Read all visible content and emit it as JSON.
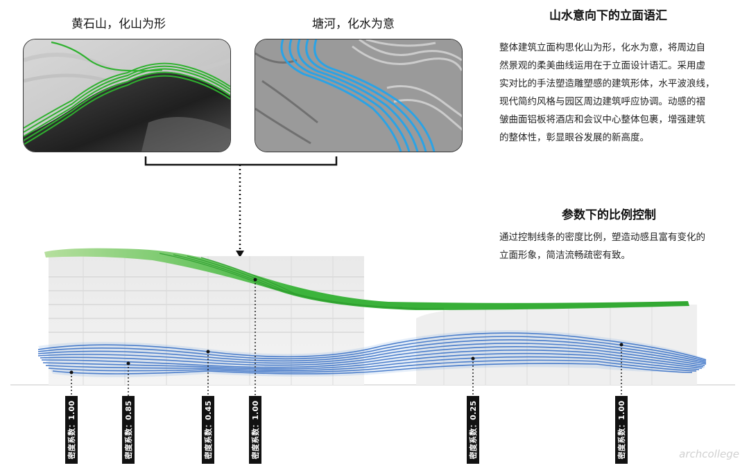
{
  "left_image": {
    "caption": "黄石山，化山为形"
  },
  "right_image": {
    "caption": "塘河，化水为意"
  },
  "section1": {
    "heading": "山水意向下的立面语汇",
    "lines": [
      "整体建筑立面构思化山为形，化水为意，将周边自",
      "然景观的柔美曲线运用在于立面设计语汇。采用虚",
      "实对比的手法塑造雕塑感的建筑形体，水平波浪线，",
      "现代简约风格与园区周边建筑呼应协调。动感的褶",
      "皱曲面铝板将酒店和会议中心整体包裹，增强建筑",
      "的整体性，彰显眼谷发展的新高度。"
    ]
  },
  "section2": {
    "heading": "参数下的比例控制",
    "lines": [
      "通过控制线条的密度比例，塑造动感且富有变化的",
      "立面形象，简洁流畅疏密有致。"
    ]
  },
  "coefficients": [
    {
      "label": "密度系数：1.00"
    },
    {
      "label": "密度系数：0.85"
    },
    {
      "label": "密度系数：0.45"
    },
    {
      "label": "密度系数：1.00"
    },
    {
      "label": "密度系数：0.25"
    },
    {
      "label": "密度系数：1.00"
    }
  ],
  "colors": {
    "mountain_green": "#3cb43c",
    "water_blue": "#2f68c2",
    "photo_blue": "#2aa3e6"
  },
  "watermark": "archcollege"
}
